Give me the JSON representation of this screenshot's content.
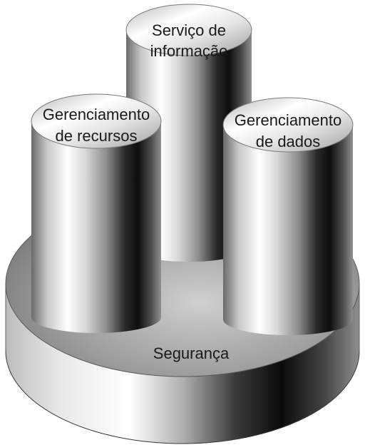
{
  "diagram": {
    "base": {
      "label": "Segurança"
    },
    "pillars": {
      "information_service": {
        "line1": "Serviço de",
        "line2": "informação"
      },
      "resource_management": {
        "line1": "Gerenciamento",
        "line2": "de recursos"
      },
      "data_management": {
        "line1": "Gerenciamento",
        "line2": "de dados"
      }
    }
  }
}
